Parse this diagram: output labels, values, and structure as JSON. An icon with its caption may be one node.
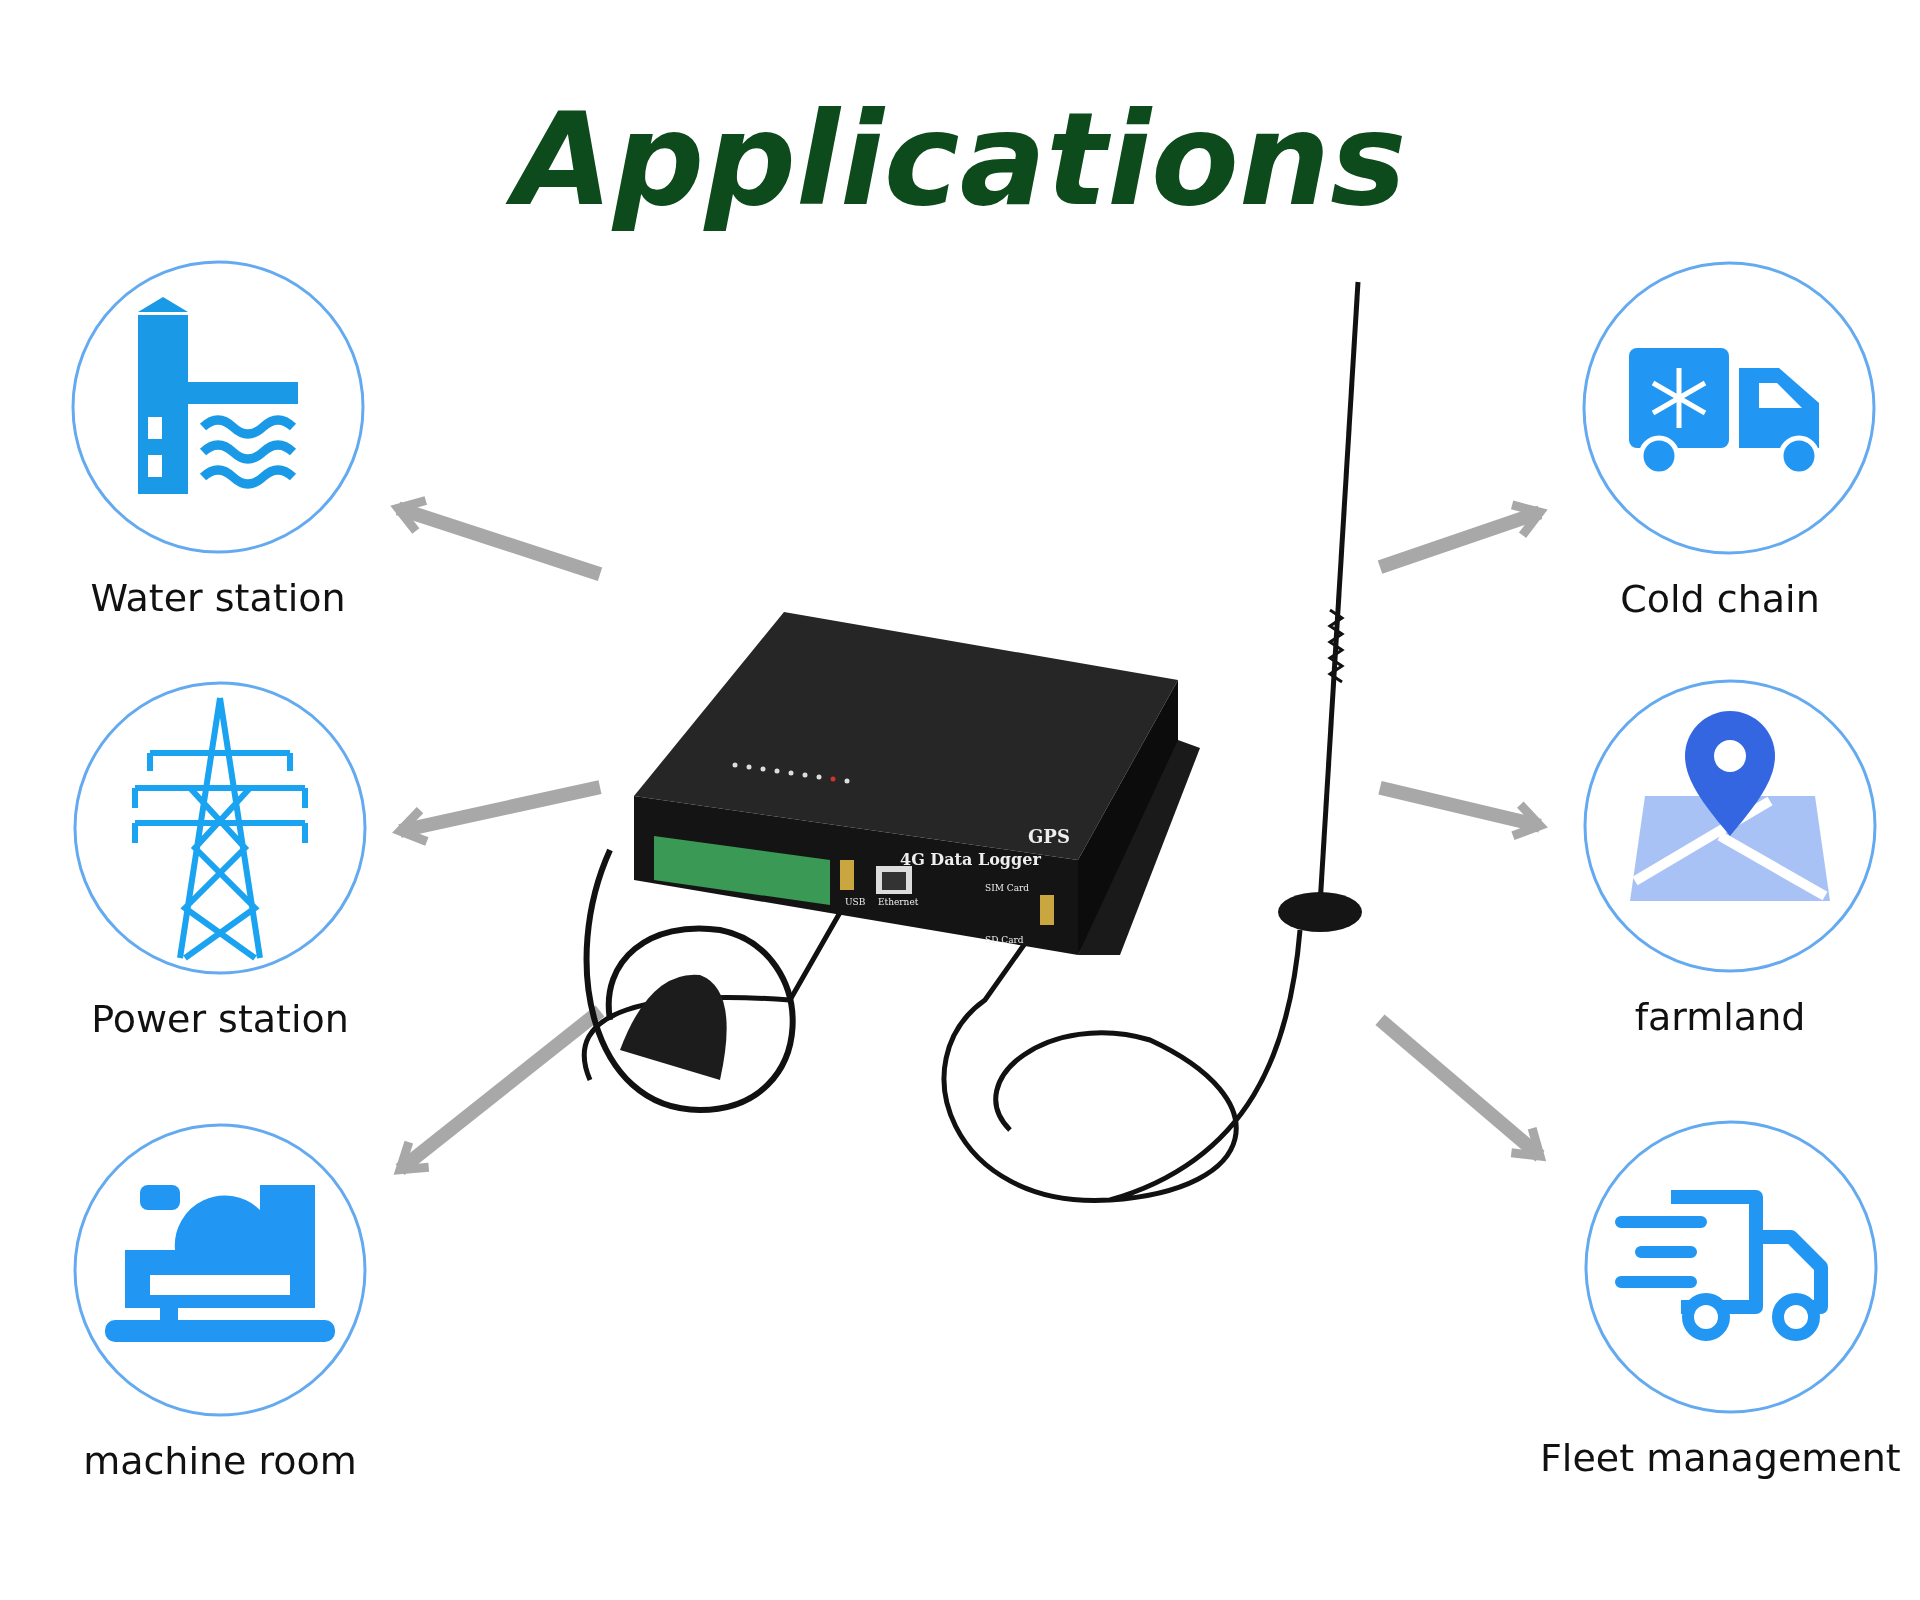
{
  "diagram": {
    "title": "Applications",
    "nodes": [
      {
        "text": [
          "Water station"
        ]
      },
      {
        "text": [
          "Cold chain"
        ]
      },
      {
        "text": [
          "Power station"
        ]
      },
      {
        "text": [],
        "shape": "picture"
      },
      {
        "text": [
          "farmland"
        ]
      },
      {
        "text": [
          "machine room"
        ]
      },
      {
        "text": [
          "Fleet management"
        ]
      }
    ],
    "edges": [
      {
        "from": 3,
        "to": 0,
        "arrow": "to"
      },
      {
        "from": 3,
        "to": 1,
        "arrow": "to"
      },
      {
        "from": 3,
        "to": 2,
        "arrow": "to"
      },
      {
        "from": 3,
        "to": 4,
        "arrow": "to"
      },
      {
        "from": 3,
        "to": 5,
        "arrow": "to"
      },
      {
        "from": 3,
        "to": 6,
        "arrow": "to"
      }
    ],
    "labels": [
      "GPS",
      "4G Data Logger",
      "USB",
      "Ethernet",
      "SIM Card",
      "SD Card"
    ]
  }
}
